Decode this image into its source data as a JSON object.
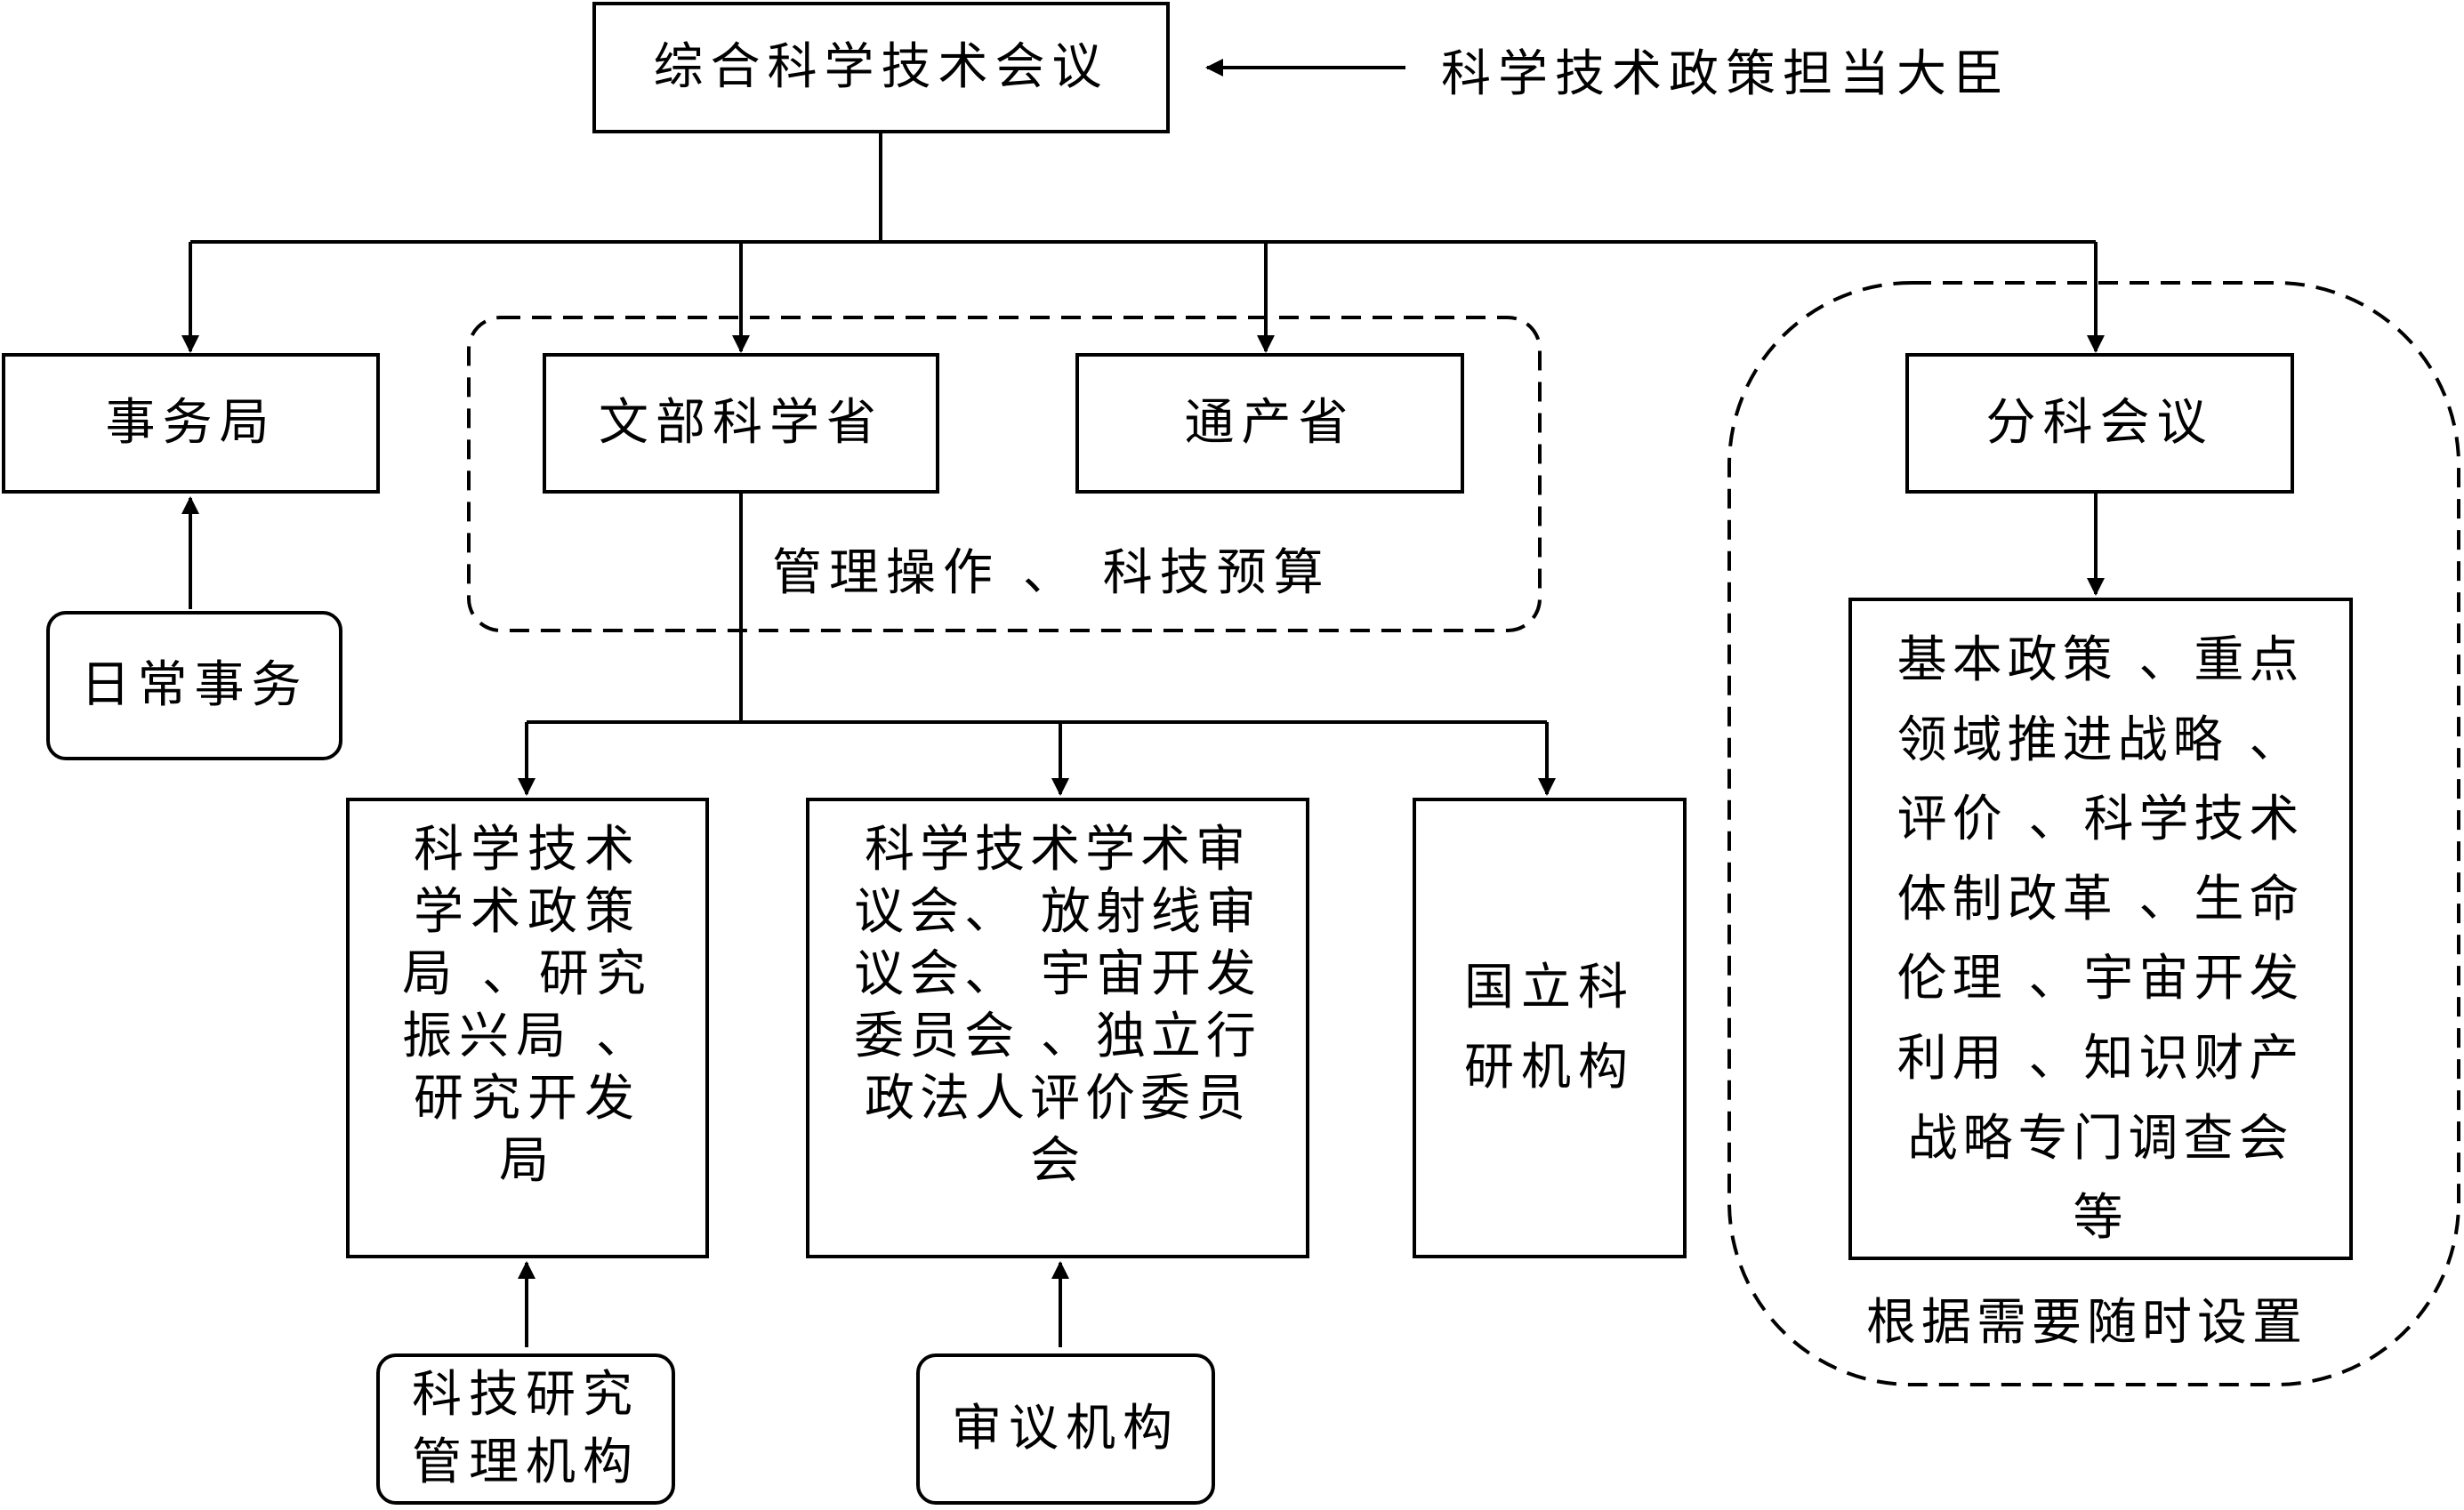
{
  "top": {
    "council": "综合科学技术会议",
    "minister": "科学技术政策担当大臣"
  },
  "row1": {
    "secretariat": "事务局",
    "mext": "文部科学省",
    "meti": "通产省",
    "subcommittee": "分科会议"
  },
  "notes": {
    "daily_affairs": "日常事务",
    "management": "管理操作 、 科技预算",
    "as_needed": "根据需要随时设置"
  },
  "row2": {
    "bureaus": [
      "科学技术",
      "学术政策",
      "局 、研究",
      "振兴局 、",
      "研究开发",
      "局"
    ],
    "councils": [
      "科学技术学术审",
      "议会、 放射线审",
      "议会、 宇宙开发",
      "委员会 、独立行",
      "政法人评价委员",
      "会"
    ],
    "national_institutes": [
      "国立科",
      "研机构"
    ],
    "topics": [
      "基本政策 、重点",
      "领域推进战略 、",
      "评价 、科学技术",
      "体制改革 、生命",
      "伦理 、宇宙开发",
      "利用 、知识财产",
      "战略专门调查会",
      "等"
    ]
  },
  "bottom": {
    "rd_management": [
      "科技研究",
      "管理机构"
    ],
    "review_bodies": "审议机构"
  }
}
